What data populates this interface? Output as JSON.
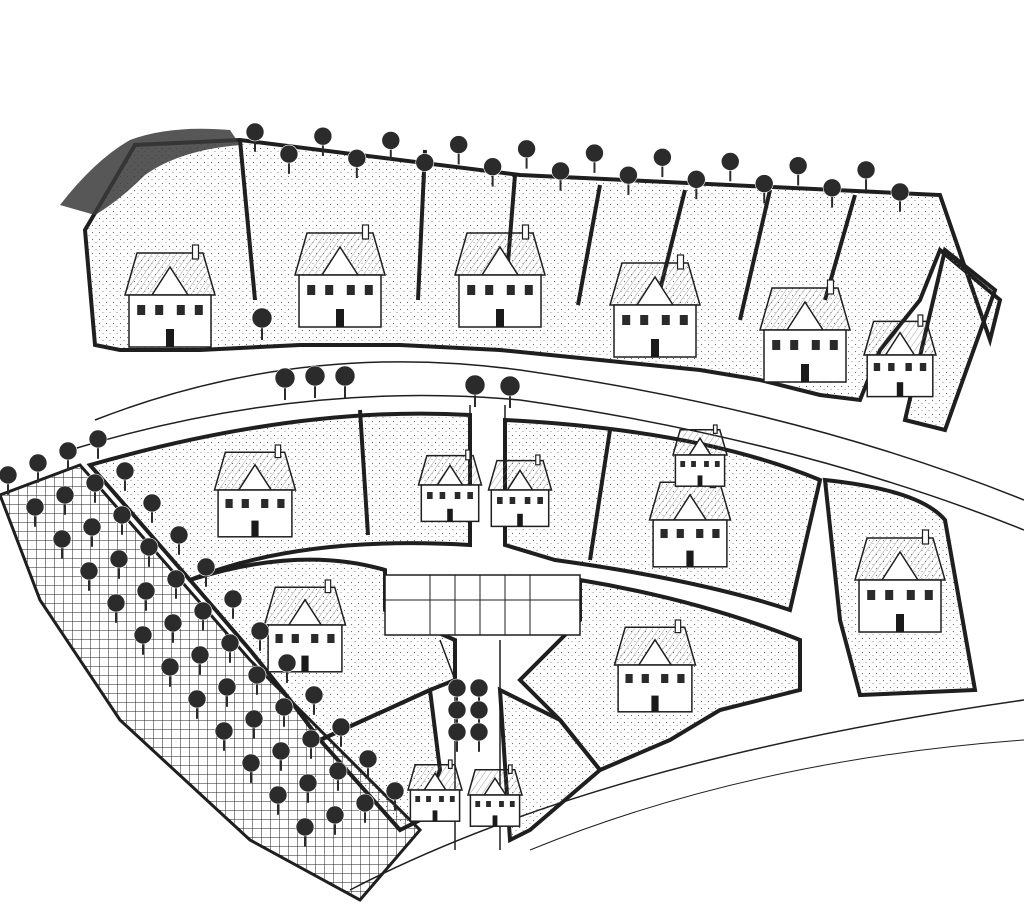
{
  "drawing": {
    "kind": "aerial-site-plan-sketch",
    "palette": {
      "paper": "#ffffff",
      "ink": "#1f1f1f",
      "stipple": "#6a6a6a",
      "tree": "#2b2b2b"
    },
    "house_rows": [
      {
        "name": "north-row",
        "count": 6
      },
      {
        "name": "middle-row",
        "count": 5
      },
      {
        "name": "south-cluster",
        "count": 5
      }
    ],
    "tree_counts": {
      "north-boundary": 20,
      "street": 6,
      "avenue-grove": 48,
      "court-entry": 6
    }
  }
}
